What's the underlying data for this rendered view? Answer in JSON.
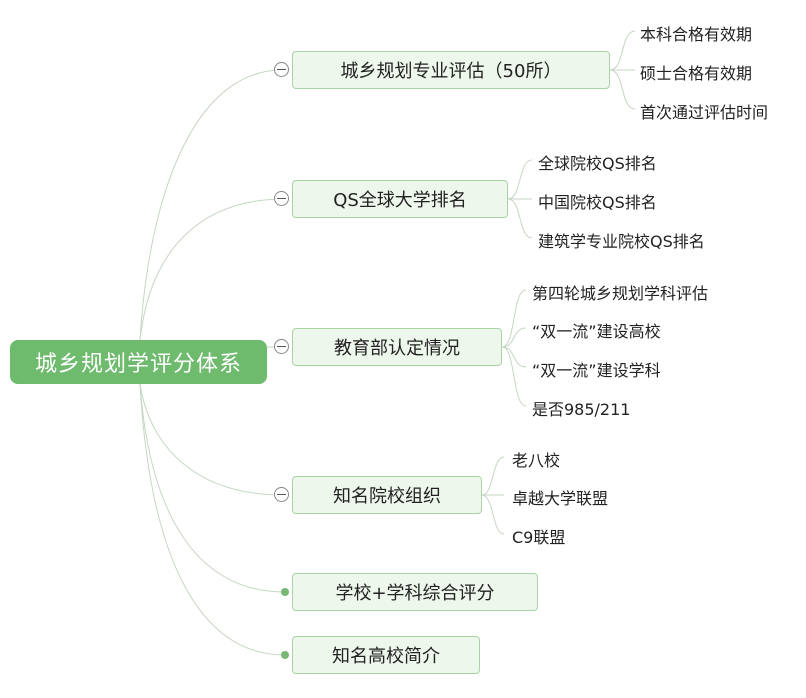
{
  "root": {
    "label": "城乡规划学评分体系",
    "color": "#6fbb6e"
  },
  "branches": [
    {
      "label": "城乡规划专业评估（50所）",
      "state": "expanded",
      "children": [
        "本科合格有效期",
        "硕士合格有效期",
        "首次通过评估时间"
      ]
    },
    {
      "label": "QS全球大学排名",
      "state": "expanded",
      "children": [
        "全球院校QS排名",
        "中国院校QS排名",
        "建筑学专业院校QS排名"
      ]
    },
    {
      "label": "教育部认定情况",
      "state": "expanded",
      "children": [
        "第四轮城乡规划学科评估",
        "“双一流”建设高校",
        "“双一流”建设学科",
        "是否985/211"
      ]
    },
    {
      "label": "知名院校组织",
      "state": "expanded",
      "children": [
        "老八校",
        "卓越大学联盟",
        "C9联盟"
      ]
    },
    {
      "label": "学校+学科综合评分",
      "state": "leaf",
      "children": []
    },
    {
      "label": "知名高校简介",
      "state": "leaf",
      "children": []
    }
  ],
  "colors": {
    "node_fill": "#eef7ec",
    "node_border": "#a9d3a4",
    "line": "#c8d8c6"
  }
}
